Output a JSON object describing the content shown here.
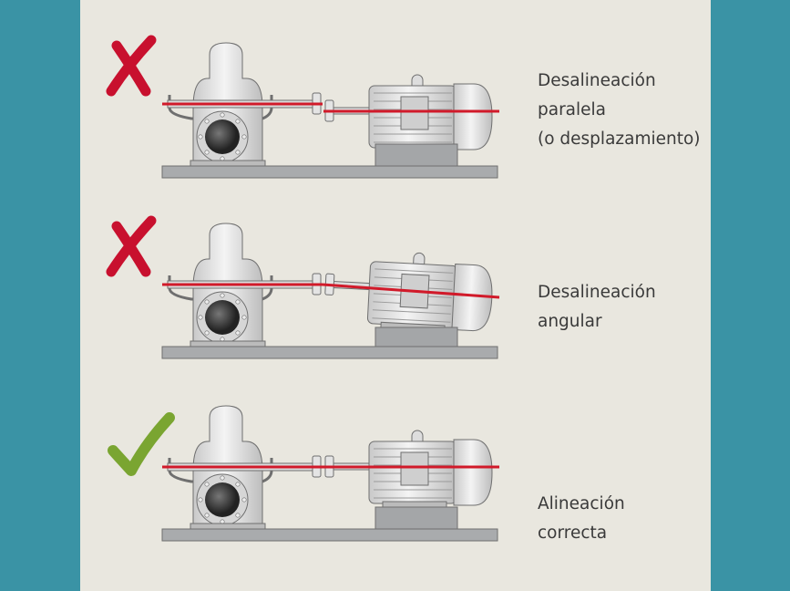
{
  "rows": [
    {
      "status": "incorrect",
      "label_lines": [
        "Desalineación",
        "paralela",
        "(o desplazamiento)"
      ]
    },
    {
      "status": "incorrect",
      "label_lines": [
        "Desalineación",
        "angular"
      ]
    },
    {
      "status": "correct",
      "label_lines": [
        "Alineación",
        "correcta"
      ]
    }
  ],
  "colors": {
    "side_bg": "#3a93a5",
    "panel_bg": "#e9e7df",
    "red": "#d11a2a",
    "green": "#7aa531",
    "cross": "#c8102e"
  }
}
